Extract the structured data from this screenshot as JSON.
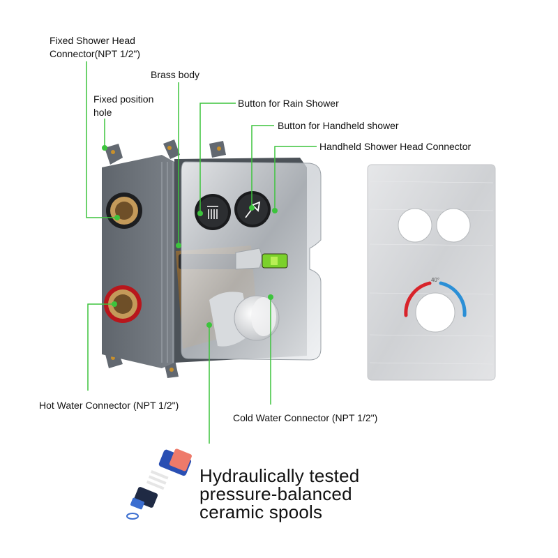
{
  "callouts": {
    "fixed_shower_head_connector": [
      "Fixed Shower Head",
      "Connector(NPT 1/2\")"
    ],
    "brass_body": "Brass body",
    "fixed_position_hole": [
      "Fixed position",
      "hole"
    ],
    "button_rain_shower": "Button for Rain Shower",
    "button_handheld_shower": "Button for Handheld shower",
    "handheld_shower_head_connector": "Handheld Shower Head Connector",
    "hot_water_connector": "Hot Water Connector (NPT 1/2\")",
    "cold_water_connector": "Cold Water Connector (NPT 1/2\")"
  },
  "feature_text": [
    "Hydraulically tested",
    "pressure-balanced",
    "ceramic spools"
  ],
  "plate": {
    "temperature_mark": "40°"
  },
  "colors": {
    "leader_line": "#3cc43c",
    "hot": "#d8232a",
    "cold": "#2b8fd6",
    "box_body": "#6e747c",
    "brushed_plate": "#d9dadc"
  }
}
